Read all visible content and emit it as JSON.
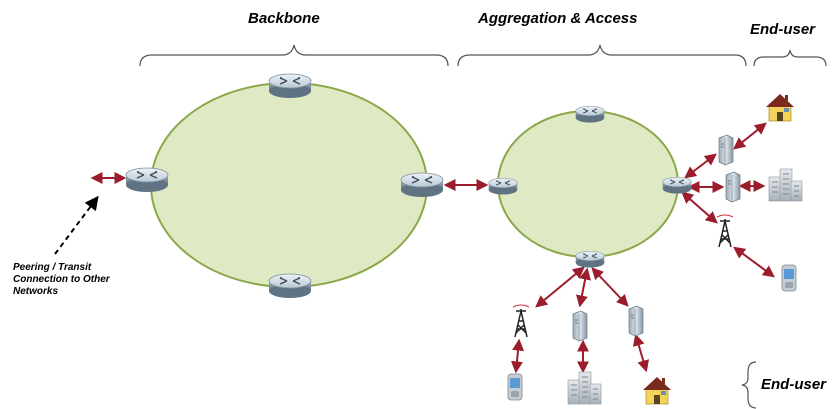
{
  "sections": {
    "backbone": "Backbone",
    "aggregation": "Aggregation & Access",
    "end_user_top": "End-user",
    "end_user_bottom": "End-user"
  },
  "note": {
    "line1": "Peering / Transit",
    "line2": "Connection to Other",
    "line3": "Networks"
  },
  "colors": {
    "ring_fill": "#dfe9c4",
    "ring_stroke": "#8aa84a",
    "link": "#9b1c2c",
    "router_top": "#d9e4ec",
    "router_side": "#8fa3b3"
  }
}
